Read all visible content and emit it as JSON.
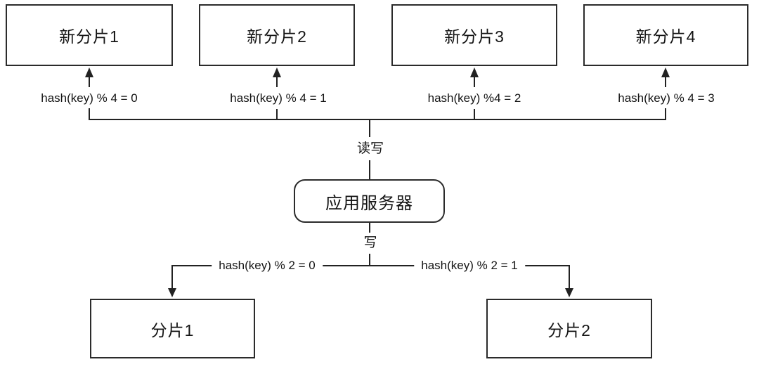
{
  "diagram": {
    "title_semantic": "hash-based resharding diagram",
    "top_shards": [
      {
        "label": "新分片1",
        "hash_label": "hash(key) % 4 = 0"
      },
      {
        "label": "新分片2",
        "hash_label": "hash(key) % 4 = 1"
      },
      {
        "label": "新分片3",
        "hash_label": "hash(key) %4 = 2"
      },
      {
        "label": "新分片4",
        "hash_label": "hash(key) % 4 = 3"
      }
    ],
    "center": {
      "read_write_label": "读写",
      "app_server_label": "应用服务器",
      "write_label": "写"
    },
    "bottom_shards": [
      {
        "label": "分片1",
        "hash_label": "hash(key) % 2 = 0"
      },
      {
        "label": "分片2",
        "hash_label": "hash(key) % 2 = 1"
      }
    ],
    "colors": {
      "line": "#222222",
      "text": "#141414",
      "background": "#ffffff"
    }
  }
}
